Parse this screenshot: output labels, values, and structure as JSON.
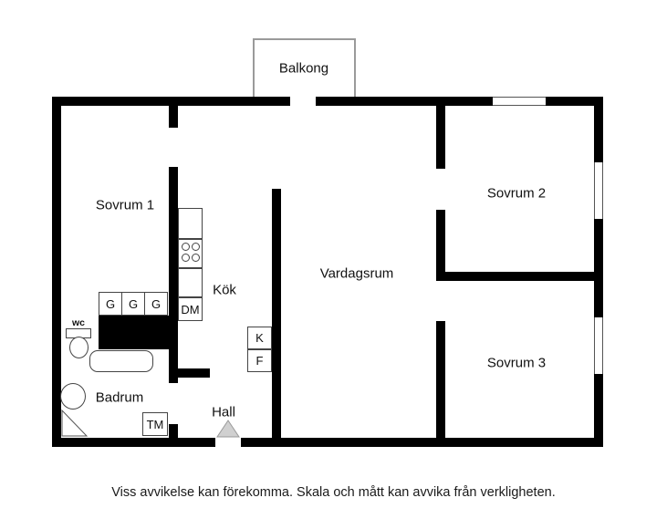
{
  "plan": {
    "balcony_label": "Balkong",
    "rooms": {
      "bedroom1": "Sovrum 1",
      "bedroom2": "Sovrum 2",
      "bedroom3": "Sovrum 3",
      "living_room": "Vardagsrum",
      "kitchen": "Kök",
      "hall": "Hall",
      "bathroom": "Badrum",
      "wc": "wc"
    },
    "fixtures": {
      "wardrobes": [
        "G",
        "G",
        "G"
      ],
      "dishwasher": "DM",
      "fridge": "K",
      "freezer": "F",
      "washing_machine": "TM"
    },
    "disclaimer": "Viss avvikelse kan förekomma. Skala och mått kan avvika från verkligheten.",
    "colors": {
      "wall": "#000000",
      "fixture_outline": "#444444",
      "balcony_outline": "#9a9a9a",
      "background": "#ffffff",
      "text": "#111111"
    }
  }
}
